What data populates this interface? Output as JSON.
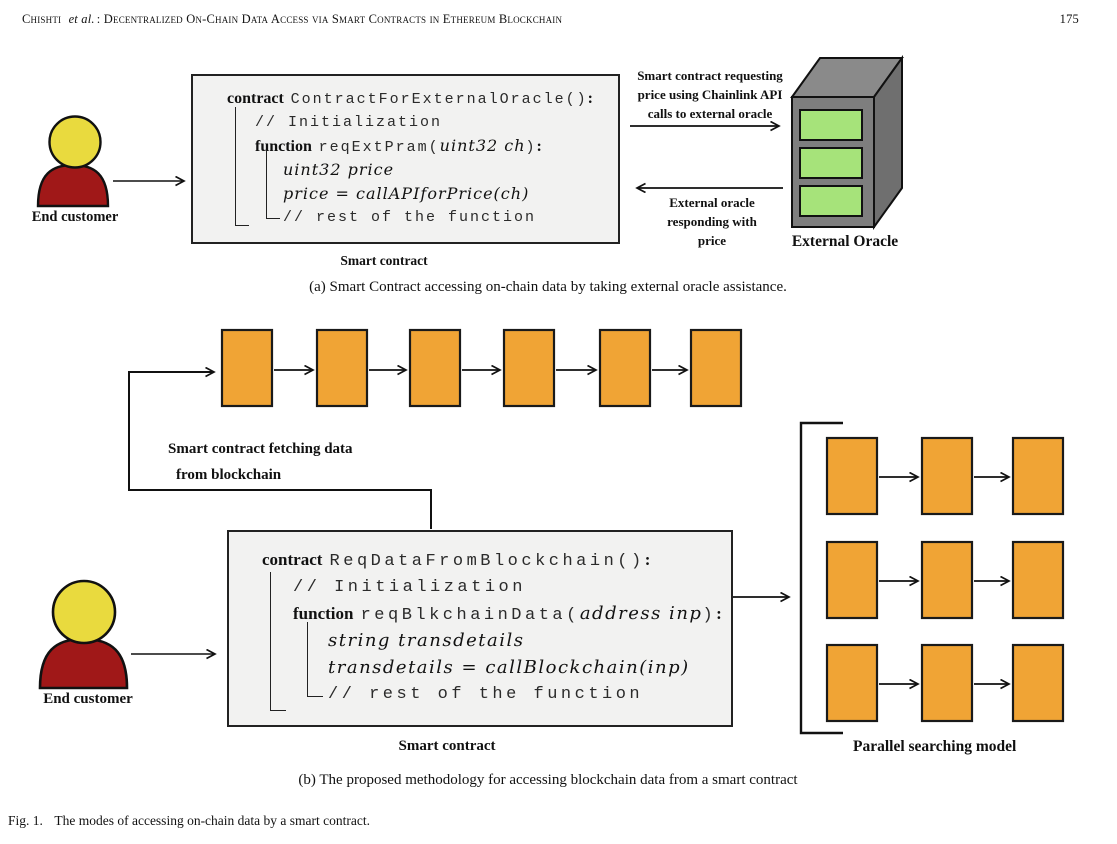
{
  "header": {
    "authors": "Chishti ",
    "etal": "et al.",
    "title_rest": ": Decentralized On-Chain Data Access via Smart Contracts in Ethereum Blockchain",
    "page_number": "175"
  },
  "colors": {
    "block_orange": "#F0A435",
    "server_front_gray": "#7E7E7E",
    "server_top_gray": "#8A8A8A",
    "server_side_gray": "#6F6F6F",
    "slot_green": "#A6E37A",
    "person_head_yellow": "#E9DA3E",
    "person_body_red": "#A01818",
    "code_box_bg": "#F2F2F1"
  },
  "panel_a": {
    "end_customer_label": "End customer",
    "smart_contract_label": "Smart contract",
    "request_label_lines": [
      "Smart contract requesting",
      "price using Chainlink API",
      "calls to external oracle"
    ],
    "response_label_lines": [
      "External oracle",
      "responding with",
      "price"
    ],
    "external_oracle_label": "External Oracle",
    "caption": "(a) Smart Contract accessing on-chain data by taking external oracle assistance.",
    "code": {
      "kw_contract": "contract",
      "contract_name": "ContractForExternalOracle()",
      "colon": ":",
      "comment_init": "// Initialization",
      "kw_function": "function",
      "function_name": "reqExtPram(",
      "function_args": "uint32 ch",
      "close_paren": ")",
      "decl": "uint32 price",
      "assign": "price = callAPIforPrice(ch)",
      "comment_rest": "// rest of the function"
    }
  },
  "panel_b": {
    "fetch_label_lines": [
      "Smart contract fetching data",
      "from blockchain"
    ],
    "end_customer_label": "End customer",
    "smart_contract_label": "Smart contract",
    "parallel_label": "Parallel searching model",
    "caption": "(b) The proposed methodology for accessing blockchain data from a smart contract",
    "blockchain_block_count": 6,
    "parallel_grid_rows": 3,
    "parallel_grid_cols": 3,
    "code": {
      "kw_contract": "contract",
      "contract_name": "ReqDataFromBlockchain()",
      "colon": ":",
      "comment_init": "// Initialization",
      "kw_function": "function",
      "function_name": "reqBlkchainData(",
      "function_args": "address inp",
      "close_paren": ")",
      "decl": "string transdetails",
      "assign": "transdetails = callBlockchain(inp)",
      "comment_rest": "// rest of the function"
    }
  },
  "figure_caption": {
    "label": "Fig. 1.",
    "text": "The modes of accessing on-chain data by a smart contract."
  }
}
